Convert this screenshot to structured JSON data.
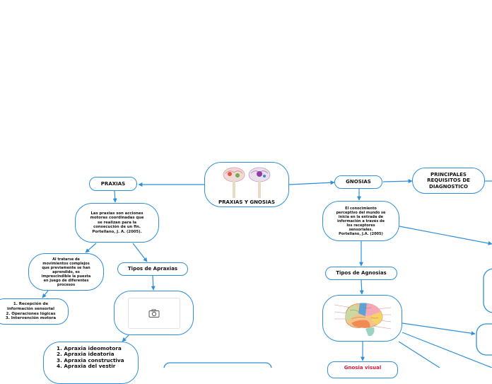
{
  "central": {
    "title": "PRAXIAS Y GNOSIAS",
    "image": "brain-illustrations"
  },
  "praxias": {
    "title": "PRAXIAS",
    "definition": [
      "Las praxias son acciones",
      "motoras coordinadas que",
      "se realizan para la",
      "consecución de un fin.",
      "Portellano, J. A. (2005)."
    ],
    "learned_note": [
      "Al tratarse de",
      "movimientos complejos",
      "que previamente se han",
      "aprendido, es",
      "imprescindible la puesta",
      "en juego de diferentes",
      "procesos"
    ],
    "processes": [
      "1. Recepción de",
      "información sensorial",
      "2. Operaciones lógicas",
      "3. Intervención motora"
    ],
    "types_title": "Tipos de Apraxias",
    "types_image": "camera-placeholder",
    "types_list": [
      "1. Apraxia ideomotora",
      "2. Apraxia ideatoria",
      "3. Apraxia constructiva",
      "4. Apraxia del vestir"
    ]
  },
  "gnosias": {
    "title": "GNOSIAS",
    "definition": [
      "El conocimiento",
      "perceptivo del mundo se",
      "inicia en la entrada de",
      "información a través de",
      "los receptores",
      "sensoriales.",
      "Portellano, J.A. (2005)"
    ],
    "types_title": "Tipos de Agnosias",
    "types_image": "brain-lobes-diagram",
    "partial_label": "Gnosia visual"
  },
  "requisitos": {
    "title": [
      "PRINCIPALES",
      "REQUISITOS DE",
      "DIAGNOSTICO"
    ]
  },
  "colors": {
    "border": "#2f8fd8",
    "edge": "#2f8fd8",
    "accent_red": "#d81b3c"
  }
}
